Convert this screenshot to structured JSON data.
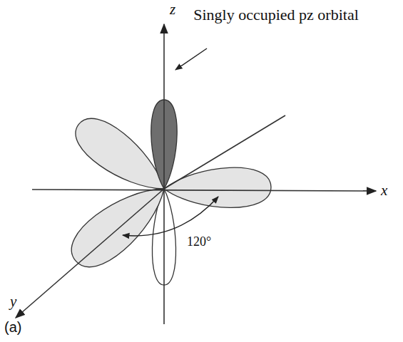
{
  "diagram": {
    "labels": [
      "z",
      "Singly occupied pz orbital",
      "x",
      "120°",
      "y",
      "(a)"
    ]
  }
}
